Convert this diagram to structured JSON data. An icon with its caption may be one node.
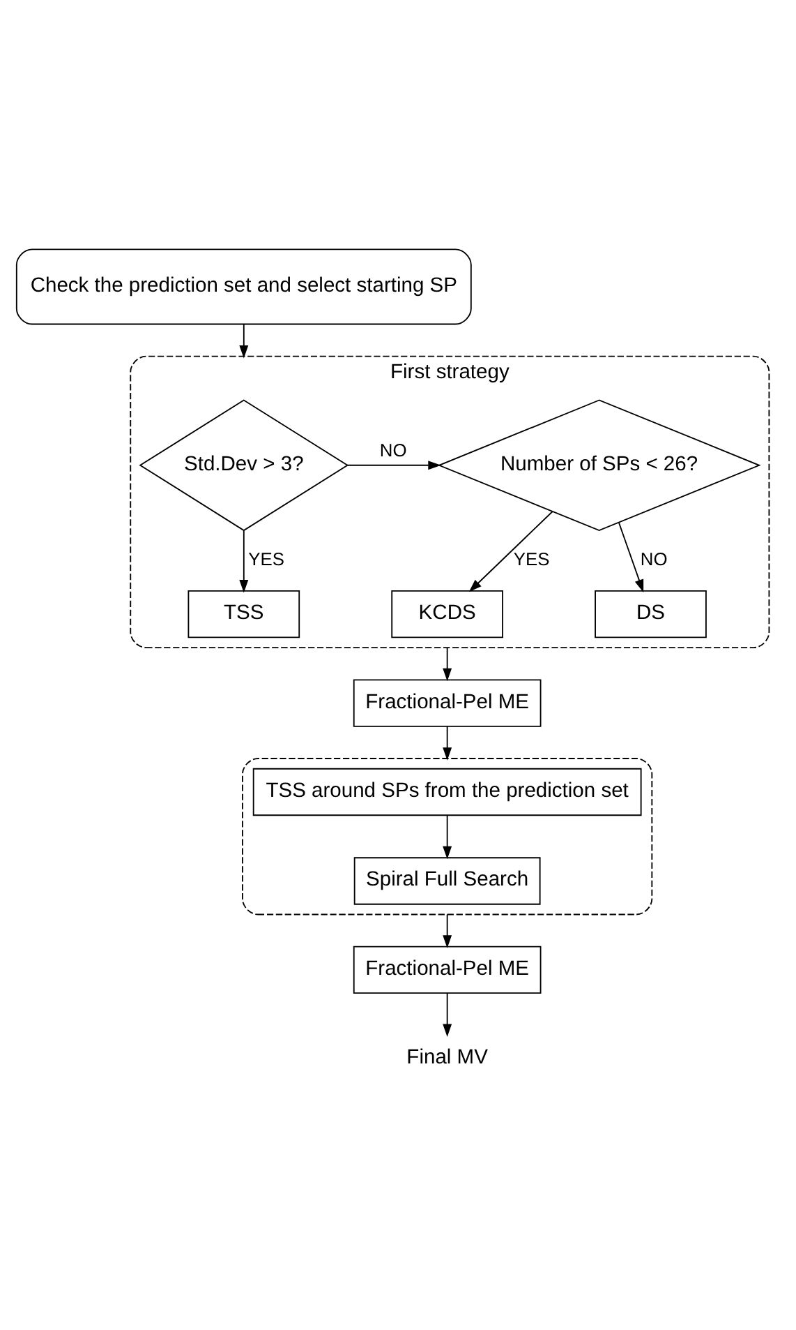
{
  "diagram": {
    "nodes": [
      {
        "text": [
          "Check the prediction set and select starting SP"
        ]
      },
      {
        "text": [
          "First strategy"
        ]
      },
      {
        "text": [
          "Std.Dev > 3?"
        ],
        "in": 1
      },
      {
        "text": [
          "Number of SPs < 26?"
        ],
        "in": 1
      },
      {
        "text": [
          "TSS"
        ],
        "in": 1
      },
      {
        "text": [
          "KCDS"
        ],
        "in": 1
      },
      {
        "text": [
          "DS"
        ],
        "in": 1
      },
      {
        "text": [
          "Fractional-Pel ME"
        ]
      },
      {
        "text": [],
        "shape": "box"
      },
      {
        "text": [
          "TSS around SPs from the prediction set"
        ],
        "in": 8
      },
      {
        "text": [
          "Spiral Full Search"
        ],
        "in": 8
      },
      {
        "text": [
          "Fractional-Pel ME"
        ]
      },
      {
        "text": [
          "Final MV"
        ]
      }
    ],
    "edges": [
      {
        "from": 0,
        "to": 1,
        "arrow": "to"
      },
      {
        "from": 2,
        "to": 3,
        "label": "NO",
        "arrow": "to"
      },
      {
        "from": 3,
        "to": 6,
        "label": "NO",
        "arrow": "to"
      },
      {
        "from": 2,
        "to": 4,
        "label": "YES",
        "arrow": "to"
      },
      {
        "from": 3,
        "to": 5,
        "label": "YES",
        "arrow": "to"
      },
      {
        "from": 1,
        "to": 7,
        "arrow": "to"
      },
      {
        "from": 7,
        "to": 8,
        "arrow": "to"
      },
      {
        "from": 9,
        "to": 10,
        "arrow": "to"
      },
      {
        "from": 8,
        "to": 11,
        "arrow": "to"
      },
      {
        "from": 11,
        "to": 12,
        "arrow": "to"
      }
    ]
  }
}
